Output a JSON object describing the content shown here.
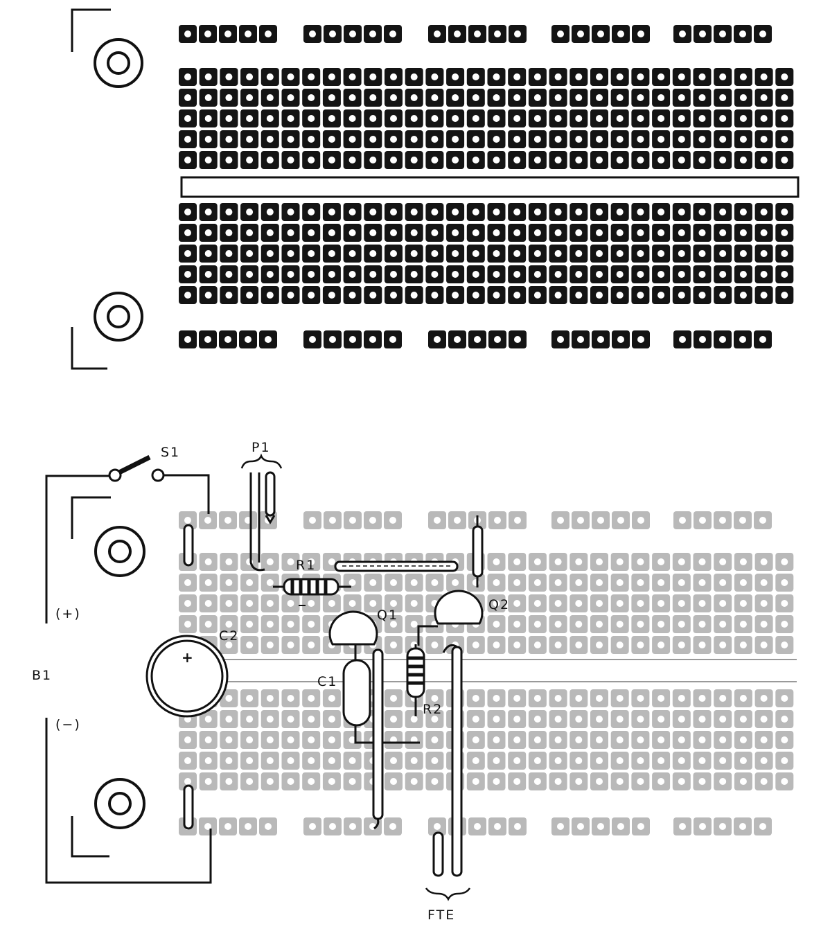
{
  "labels": {
    "s1": "S1",
    "p1": "P1",
    "r1": "R1",
    "r2": "R2",
    "q1": "Q1",
    "q2": "Q2",
    "c1": "C1",
    "c2": "C2",
    "b1": "B1",
    "plus": "(+)",
    "minus": "(−)",
    "fte": "FTE",
    "cap_plus": "+"
  },
  "colors": {
    "ink": "#111111",
    "pad_dark": "#141414",
    "pad_light": "#b9b9b9",
    "hole": "#ffffff",
    "paper": "#ffffff"
  },
  "boards": {
    "top_board": "empty-breadboard-layout",
    "bottom_board": "assembled-circuit-layout"
  }
}
